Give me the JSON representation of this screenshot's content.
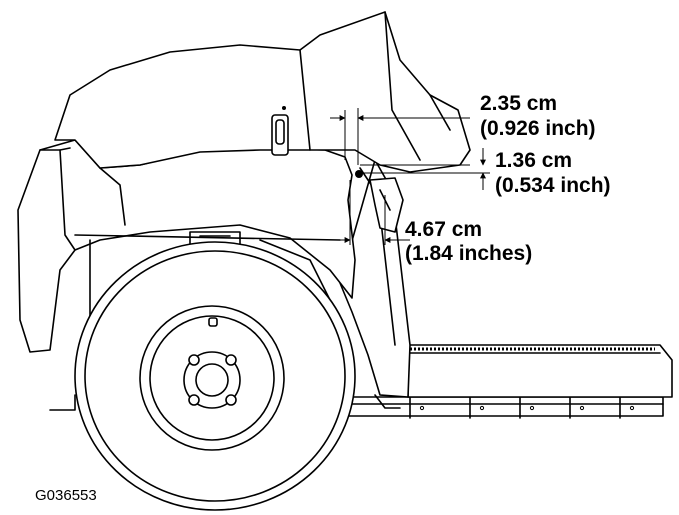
{
  "measurements": [
    {
      "metric": "2.35 cm",
      "imperial": "(0.926 inch)"
    },
    {
      "metric": "1.36 cm",
      "imperial": "(0.534 inch)"
    },
    {
      "metric": "4.67 cm",
      "imperial": "(1.84 inches)"
    }
  ],
  "figure_code": "G036553"
}
